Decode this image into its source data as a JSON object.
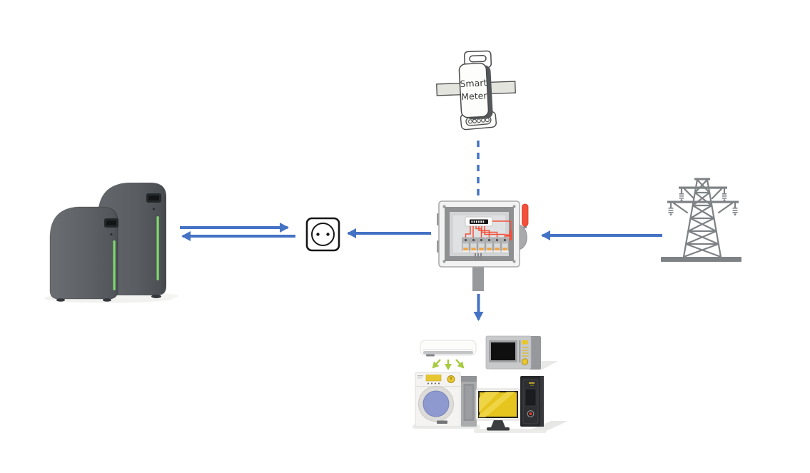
{
  "diagram": {
    "description": "home-energy-flow-diagram",
    "smart_meter": {
      "line1": "Smart",
      "line2": "Meter"
    },
    "nodes": [
      {
        "id": "battery-storage",
        "icon": "battery-storage-icon"
      },
      {
        "id": "wall-socket",
        "icon": "wall-socket-icon"
      },
      {
        "id": "smart-meter",
        "icon": "smart-meter-icon"
      },
      {
        "id": "distribution-box",
        "icon": "distribution-box-icon"
      },
      {
        "id": "power-grid-tower",
        "icon": "transmission-tower-icon"
      },
      {
        "id": "home-appliances",
        "icon": "appliances-icon"
      }
    ],
    "connections": [
      {
        "from": "battery-storage",
        "to": "wall-socket",
        "direction": "both",
        "style": "solid"
      },
      {
        "from": "distribution-box",
        "to": "wall-socket",
        "direction": "one-way",
        "style": "solid"
      },
      {
        "from": "smart-meter",
        "to": "distribution-box",
        "direction": "none",
        "style": "dashed"
      },
      {
        "from": "power-grid-tower",
        "to": "distribution-box",
        "direction": "one-way",
        "style": "solid"
      },
      {
        "from": "distribution-box",
        "to": "home-appliances",
        "direction": "one-way",
        "style": "solid"
      }
    ],
    "colors": {
      "arrow-blue": "#4472C4",
      "flow-green": "#A6CB3F",
      "wire-red": "#F2503A",
      "breaker-orange": "#F4A43C",
      "led-green": "#7FD86E",
      "pylon-gray": "#7E8285",
      "screen-yellow": "#E5C51E",
      "control-yellow": "#E7C72F",
      "door-blue": "#8D99CF",
      "power-red": "#E23C30",
      "battery-gray": "#5A5E62"
    }
  }
}
